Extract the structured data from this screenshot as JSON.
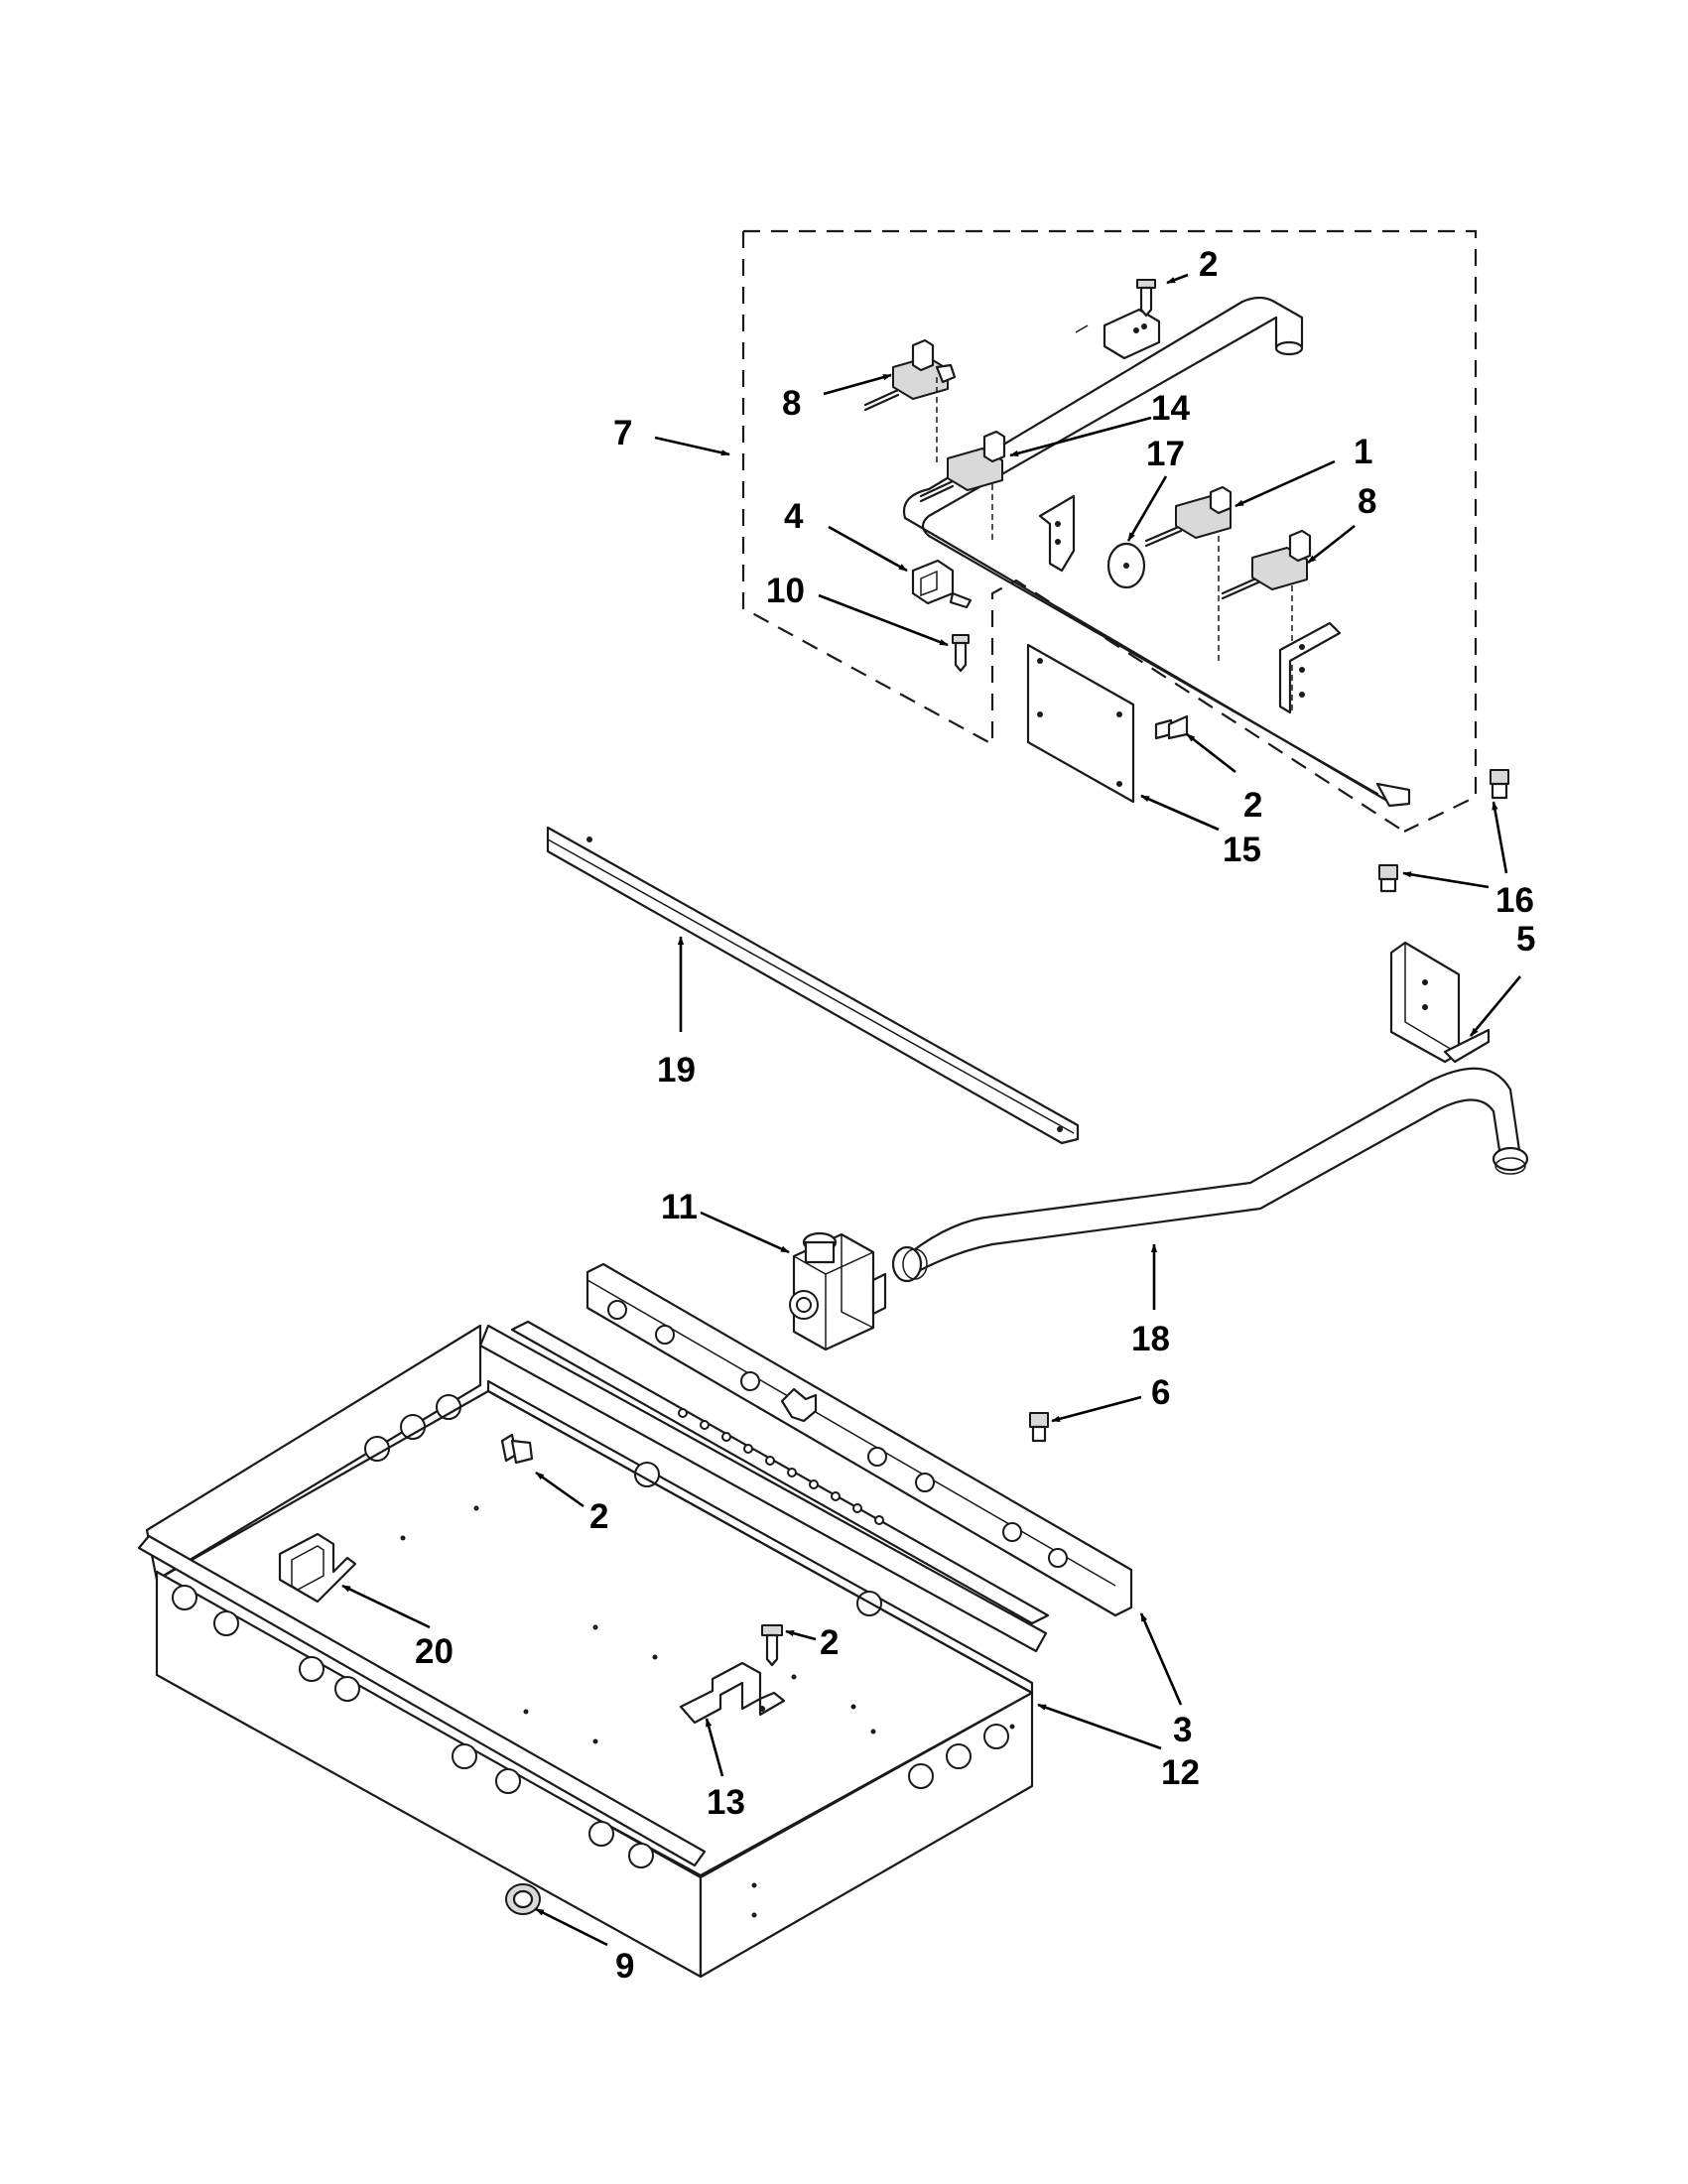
{
  "diagram": {
    "callouts": [
      {
        "id": "c2a",
        "text": "2"
      },
      {
        "id": "c8a",
        "text": "8"
      },
      {
        "id": "c7",
        "text": "7"
      },
      {
        "id": "c14",
        "text": "14"
      },
      {
        "id": "c17",
        "text": "17"
      },
      {
        "id": "c1",
        "text": "1"
      },
      {
        "id": "c8b",
        "text": "8"
      },
      {
        "id": "c4",
        "text": "4"
      },
      {
        "id": "c10",
        "text": "10"
      },
      {
        "id": "c2b",
        "text": "2"
      },
      {
        "id": "c15",
        "text": "15"
      },
      {
        "id": "c16",
        "text": "16"
      },
      {
        "id": "c5",
        "text": "5"
      },
      {
        "id": "c19",
        "text": "19"
      },
      {
        "id": "c11",
        "text": "11"
      },
      {
        "id": "c18",
        "text": "18"
      },
      {
        "id": "c6",
        "text": "6"
      },
      {
        "id": "c2c",
        "text": "2"
      },
      {
        "id": "c20",
        "text": "20"
      },
      {
        "id": "c2d",
        "text": "2"
      },
      {
        "id": "c3",
        "text": "3"
      },
      {
        "id": "c12",
        "text": "12"
      },
      {
        "id": "c13",
        "text": "13"
      },
      {
        "id": "c9",
        "text": "9"
      }
    ]
  }
}
